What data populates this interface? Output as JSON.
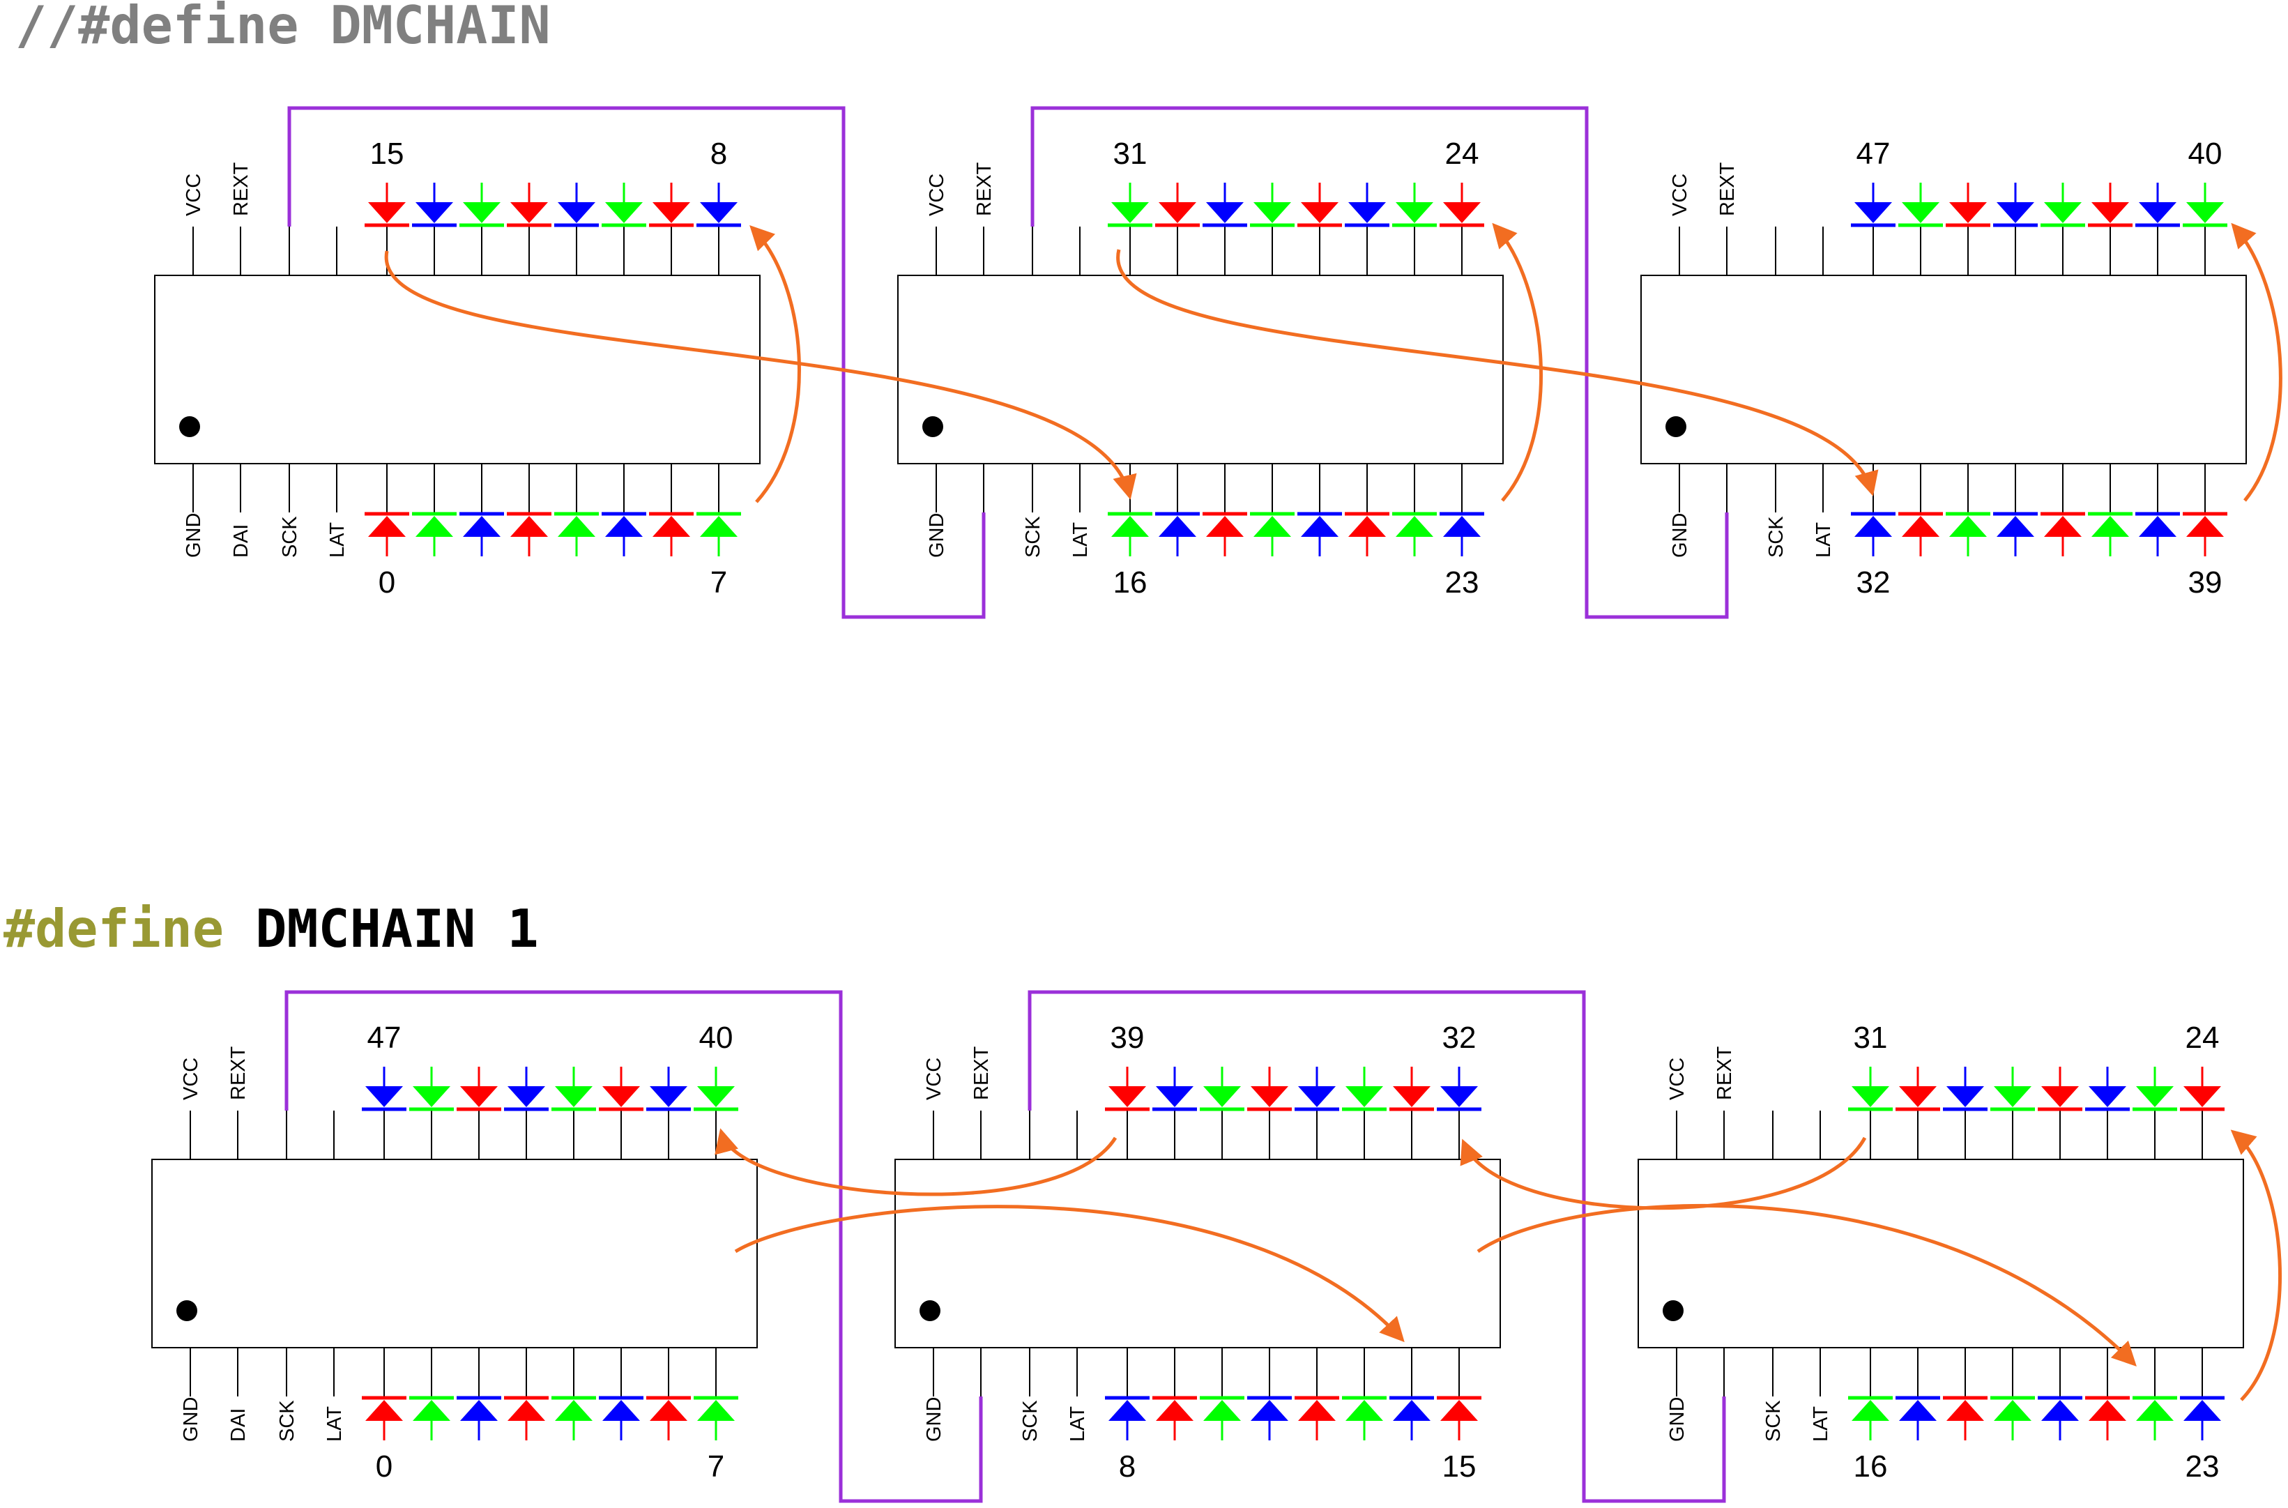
{
  "colors": {
    "red": "#ff0000",
    "green": "#00ff00",
    "blue": "#0000ff",
    "data_arrow": "#f26d21",
    "power_wire": "#9b30d9",
    "comment_text": "#808080",
    "directive_text": "#999933",
    "outline": "#000000"
  },
  "pin_labels": {
    "top": [
      "VCC",
      "REXT"
    ],
    "bottom": [
      "GND",
      "DAI",
      "SCK",
      "LAT"
    ]
  },
  "sections": [
    {
      "id": "without-dmchain",
      "title_directive": "//#define",
      "title_rest": " DMCHAIN",
      "title_style": "comment",
      "chips": [
        {
          "top_row_colors": [
            "red",
            "blue",
            "green",
            "red",
            "blue",
            "green",
            "red",
            "blue"
          ],
          "bottom_row_colors": [
            "red",
            "green",
            "blue",
            "red",
            "green",
            "blue",
            "red",
            "green"
          ],
          "top_left_number": "15",
          "top_right_number": "8",
          "bottom_left_number": "0",
          "bottom_right_number": "7"
        },
        {
          "top_row_colors": [
            "green",
            "red",
            "blue",
            "green",
            "red",
            "blue",
            "green",
            "red"
          ],
          "bottom_row_colors": [
            "green",
            "blue",
            "red",
            "green",
            "blue",
            "red",
            "green",
            "blue"
          ],
          "top_left_number": "31",
          "top_right_number": "24",
          "bottom_left_number": "16",
          "bottom_right_number": "23"
        },
        {
          "top_row_colors": [
            "blue",
            "green",
            "red",
            "blue",
            "green",
            "red",
            "blue",
            "green"
          ],
          "bottom_row_colors": [
            "blue",
            "red",
            "green",
            "blue",
            "red",
            "green",
            "blue",
            "red"
          ],
          "top_left_number": "47",
          "top_right_number": "40",
          "bottom_left_number": "32",
          "bottom_right_number": "39"
        }
      ]
    },
    {
      "id": "with-dmchain",
      "title_directive": "#define",
      "title_rest": " DMCHAIN 1",
      "title_style": "active",
      "chips": [
        {
          "top_row_colors": [
            "blue",
            "green",
            "red",
            "blue",
            "green",
            "red",
            "blue",
            "green"
          ],
          "bottom_row_colors": [
            "red",
            "green",
            "blue",
            "red",
            "green",
            "blue",
            "red",
            "green"
          ],
          "top_left_number": "47",
          "top_right_number": "40",
          "bottom_left_number": "0",
          "bottom_right_number": "7"
        },
        {
          "top_row_colors": [
            "red",
            "blue",
            "green",
            "red",
            "blue",
            "green",
            "red",
            "blue"
          ],
          "bottom_row_colors": [
            "blue",
            "red",
            "green",
            "blue",
            "red",
            "green",
            "blue",
            "red"
          ],
          "top_left_number": "39",
          "top_right_number": "32",
          "bottom_left_number": "8",
          "bottom_right_number": "15"
        },
        {
          "top_row_colors": [
            "green",
            "red",
            "blue",
            "green",
            "red",
            "blue",
            "green",
            "red"
          ],
          "bottom_row_colors": [
            "green",
            "blue",
            "red",
            "green",
            "blue",
            "red",
            "green",
            "blue"
          ],
          "top_left_number": "31",
          "top_right_number": "24",
          "bottom_left_number": "16",
          "bottom_right_number": "23"
        }
      ]
    }
  ]
}
